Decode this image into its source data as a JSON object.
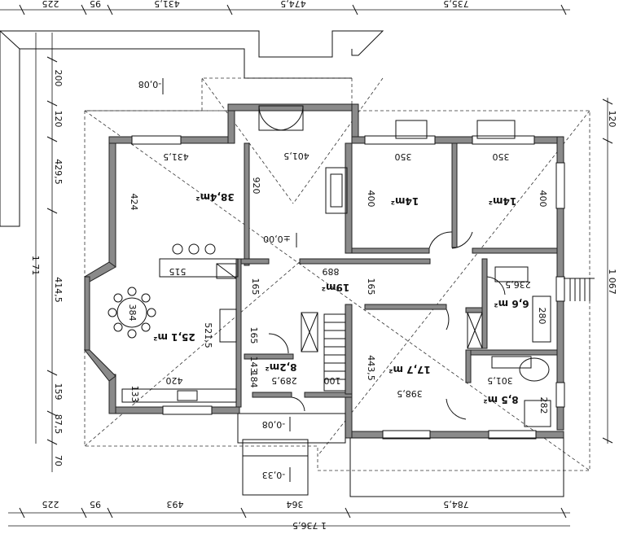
{
  "dimensions": {
    "top": [
      "225",
      "95",
      "431,5",
      "474,5",
      "735,5"
    ],
    "bottom": [
      "225",
      "95",
      "493",
      "364",
      "784,5"
    ],
    "bottom_total": "1 736,5",
    "left_outer": "1 71",
    "left_inner": [
      "200",
      "120",
      "429,5",
      "414,5",
      "159",
      "87,5",
      "70"
    ],
    "right_total": "1 067",
    "right_top": "120"
  },
  "levels": {
    "top_left": "-0,08",
    "center": "±0,00",
    "entrance": "-0,08",
    "step": "-0,33"
  },
  "rooms": [
    {
      "area": "38,4m²",
      "widths": [
        "431,5",
        "424",
        "920"
      ]
    },
    {
      "area": "14m²",
      "widths": [
        "350",
        "400"
      ]
    },
    {
      "area": "14m²",
      "widths": [
        "350",
        "400"
      ]
    },
    {
      "area": "19m²",
      "widths": [
        "889",
        "165",
        "165"
      ]
    },
    {
      "area": "25,1 m²",
      "widths": [
        "384",
        "515",
        "420",
        "521,5",
        "133"
      ]
    },
    {
      "area": "6,6 m²",
      "widths": [
        "236,5",
        "280"
      ]
    },
    {
      "area": "8,2m²",
      "widths": [
        "289,5",
        "100",
        "184",
        "165",
        "143"
      ]
    },
    {
      "area": "17,7 m²",
      "widths": [
        "398,5",
        "443,5"
      ]
    },
    {
      "area": "8,5 m²",
      "widths": [
        "301,5",
        "282"
      ]
    },
    {
      "area": "",
      "widths": [
        "401,5"
      ]
    }
  ]
}
